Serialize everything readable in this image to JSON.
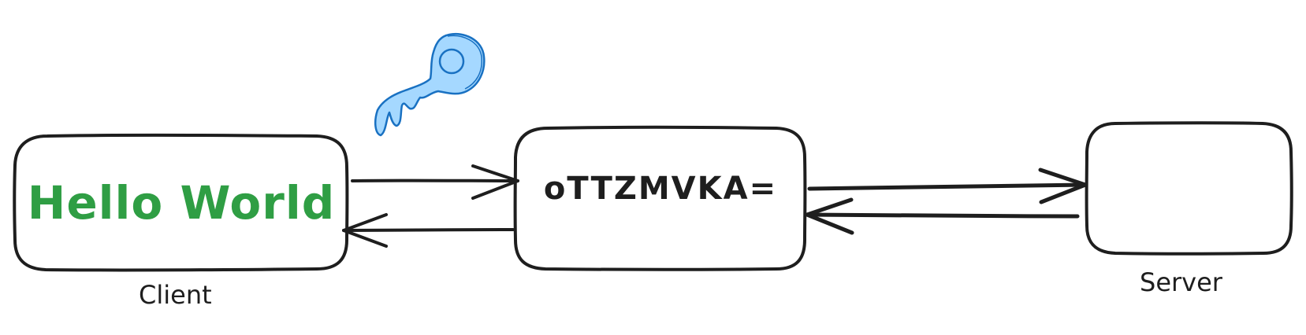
{
  "diagram": {
    "colors": {
      "stroke": "#1e1e1e",
      "plaintext": "#2f9e44",
      "key_fill": "#a5d8ff",
      "key_stroke": "#1971c2",
      "background": "#ffffff"
    },
    "nodes": [
      {
        "id": "client",
        "content": "Hello World",
        "label": "Client"
      },
      {
        "id": "ciphertext",
        "content": "oTTZMVKA=",
        "label": ""
      },
      {
        "id": "server",
        "content": "",
        "label": "Server"
      }
    ],
    "edges": [
      {
        "from": "client",
        "to": "ciphertext",
        "direction": "right"
      },
      {
        "from": "ciphertext",
        "to": "client",
        "direction": "left"
      },
      {
        "from": "ciphertext",
        "to": "server",
        "direction": "right"
      },
      {
        "from": "server",
        "to": "ciphertext",
        "direction": "left"
      }
    ],
    "icons": [
      {
        "name": "key-icon",
        "position": "above client-to-ciphertext arrows"
      }
    ]
  }
}
